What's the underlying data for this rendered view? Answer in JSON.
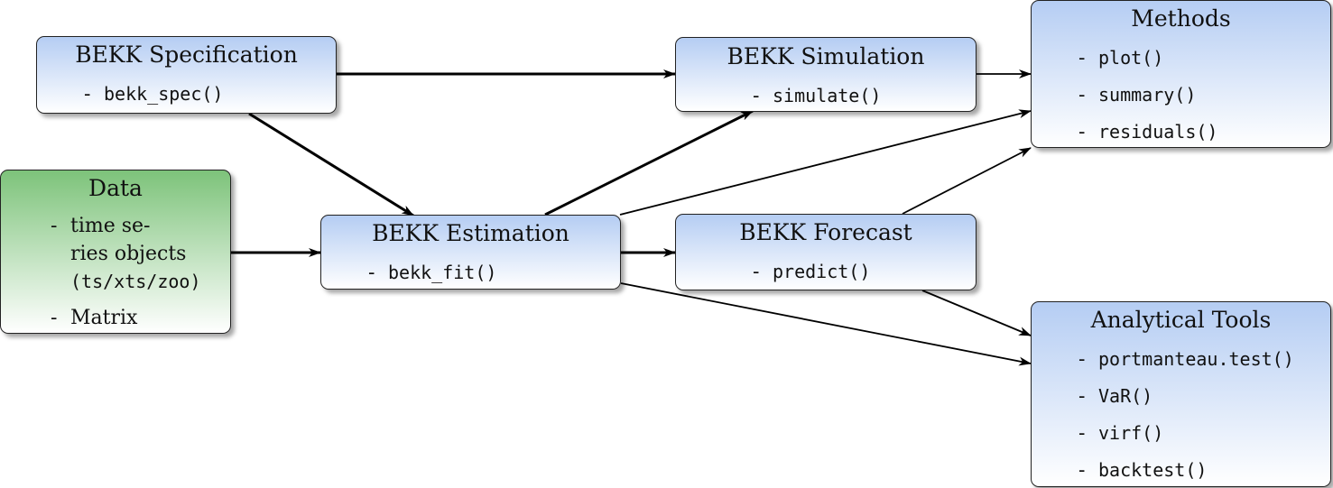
{
  "nodes": {
    "spec": {
      "title": "BEKK Specification",
      "items": [
        "bekk_spec()"
      ]
    },
    "simulation": {
      "title": "BEKK Simulation",
      "items": [
        "simulate()"
      ]
    },
    "methods": {
      "title": "Methods",
      "items": [
        "plot()",
        "summary()",
        "residuals()"
      ]
    },
    "data": {
      "title": "Data",
      "line1": "time se-",
      "line2": "ries objects",
      "line3": "(ts/xts/zoo)",
      "item2": "Matrix"
    },
    "estimation": {
      "title": "BEKK Estimation",
      "items": [
        "bekk_fit()"
      ]
    },
    "forecast": {
      "title": "BEKK Forecast",
      "items": [
        "predict()"
      ]
    },
    "tools": {
      "title": "Analytical Tools",
      "items": [
        "portmanteau.test()",
        "VaR()",
        "virf()",
        "backtest()"
      ]
    }
  },
  "bullet": "-",
  "colors": {
    "blue_top": "#b5cdf3",
    "green_top": "#7dc37a",
    "edge": "#000000"
  }
}
